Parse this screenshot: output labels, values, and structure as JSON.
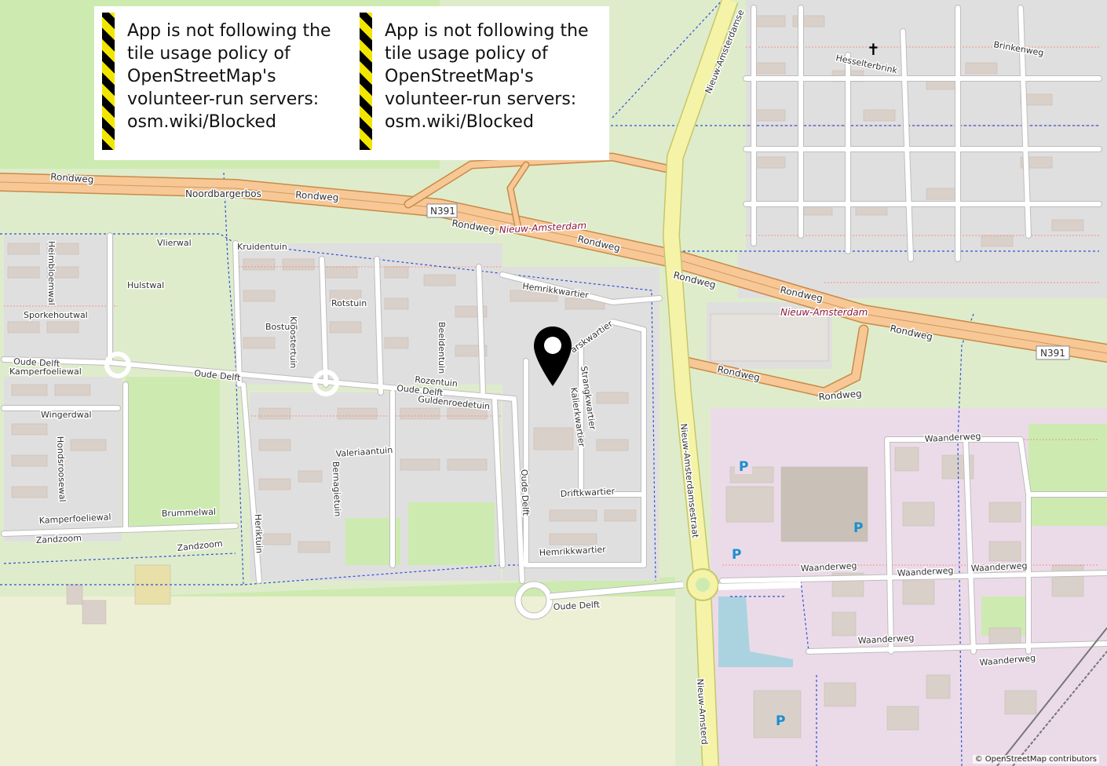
{
  "blocked_notice": {
    "text": "App is not following the\ntile usage policy of\nOpenStreetMap's\nvolunteer-run servers:\nosm.wiki/Blocked"
  },
  "attribution": "© OpenStreetMap contributors",
  "road_shields": {
    "n391": "N391"
  },
  "place_labels": {
    "nieuw_amsterdam": "Nieuw-Amsterdam"
  },
  "road_labels": {
    "rondweg": "Rondweg",
    "noordbargerbos": "Noordbargerbos",
    "nieuw_amsterdamsestraat": "Nieuw-Amsterdamsestraat",
    "nieuw_amsterdamse": "Nieuw-Amsterdamse",
    "nieuw_amsterd": "Nieuw-Amsterd",
    "hesselterbrink": "Hesselterbrink",
    "brinkenweg": "Brinkenweg",
    "vlierwal": "Vlierwal",
    "kruidentuin": "Kruidentuin",
    "hulstwal": "Hulstwal",
    "heimbloemwal": "Heimbloemwal",
    "sporkehoutwal": "Sporkehoutwal",
    "rotstuin": "Rotstuin",
    "bostuin": "Bostuin",
    "kloostertuin": "Kloostertuin",
    "beeldentuin": "Beeldentuin",
    "hemrikkwartier": "Hemrikkwartier",
    "arskwartier": "arskwartier",
    "strangkwartier": "Strangkwartier",
    "kalierkwartier": "Kalierkwartier",
    "oude_delft": "Oude Delft",
    "kamperfoeliewal": "Kamperfoeliewal",
    "rozentuin": "Rozentuin",
    "guldenroedetuin": "Guldenroedetuin",
    "wingerdwal": "Wingerdwal",
    "hondsroosewal": "Hondsroosewal",
    "valeriaantuin": "Valeriaantuin",
    "bernagietuin": "Bernagietuin",
    "brummelwal": "Brummelwal",
    "driftkwartier": "Driftkwartier",
    "zandzoom": "Zandzoom",
    "herikstuin": "Heriktuin",
    "waanderweg": "Waanderweg"
  },
  "parking_symbol": "P",
  "colors": {
    "residential": "#e0dfdf",
    "grass": "#cdebb0",
    "meadow": "#c8e6a6",
    "farmland": "#eef0d5",
    "retail": "#ffd6d1",
    "industrial": "#ebdbe8",
    "motorway": "#f7c896",
    "primary": "#f4f3a8",
    "water": "#aad3df",
    "building": "#d9d0c9",
    "marker": "#000000"
  }
}
